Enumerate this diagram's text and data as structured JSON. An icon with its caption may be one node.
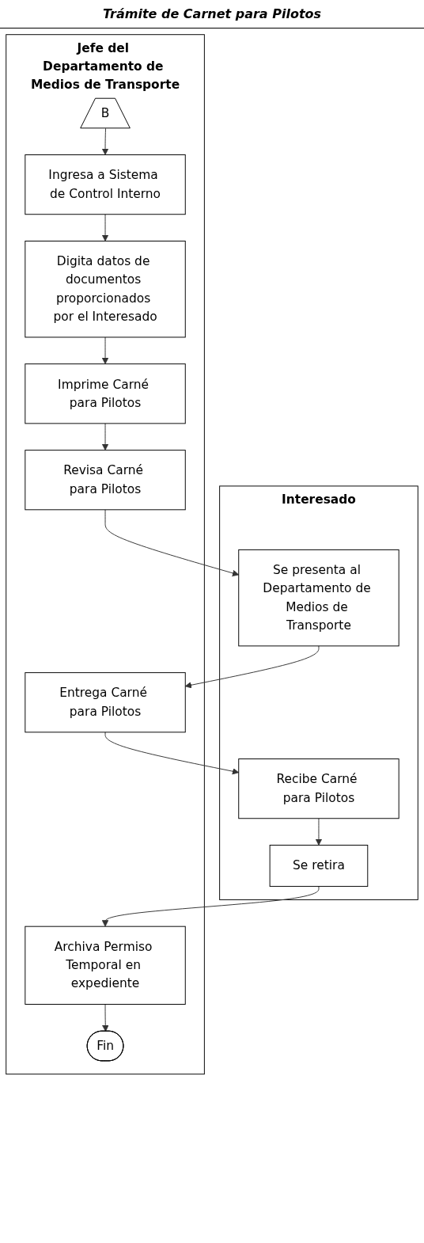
{
  "diagram": {
    "title": "Trámite de Carnet para Pilotos",
    "nodes": [
      {
        "text": [
          "Interesado"
        ]
      },
      {
        "text": [
          "Jefe del Departamento de Medios de Transporte"
        ]
      },
      {
        "text": [
          "B"
        ],
        "in": 1
      },
      {
        "text": [
          "Ingresa a Sistema de Control Interno"
        ],
        "in": 1
      },
      {
        "text": [
          "Digita datos de documentos proporcionados por el Interesado"
        ],
        "in": 1
      },
      {
        "text": [
          "Imprime Carné para Pilotos"
        ],
        "in": 1
      },
      {
        "text": [
          "Revisa Carné para Pilotos"
        ],
        "in": 1
      },
      {
        "text": [
          "Se presenta al Departamento de Medios de Transporte"
        ],
        "in": 0
      },
      {
        "text": [
          "Entrega Carné para Pilotos"
        ],
        "in": 1
      },
      {
        "text": [
          "Recibe Carné para Pilotos"
        ],
        "in": 0
      },
      {
        "text": [
          "Se retira"
        ],
        "in": 0
      },
      {
        "text": [
          "Archiva Permiso Temporal en expediente"
        ],
        "in": 1
      },
      {
        "text": [
          "Fin"
        ],
        "in": 1
      }
    ],
    "edges": [
      {
        "from": 2,
        "to": 3,
        "arrow": "to"
      },
      {
        "from": 3,
        "to": 4,
        "arrow": "to"
      },
      {
        "from": 4,
        "to": 5,
        "arrow": "to"
      },
      {
        "from": 5,
        "to": 6,
        "arrow": "to"
      },
      {
        "from": 6,
        "to": 7,
        "arrow": "to"
      },
      {
        "from": 7,
        "to": 8,
        "arrow": "to"
      },
      {
        "from": 8,
        "to": 9,
        "arrow": "to"
      },
      {
        "from": 9,
        "to": 10,
        "arrow": "to"
      },
      {
        "from": 10,
        "to": 11,
        "arrow": "to"
      },
      {
        "from": 11,
        "to": 12,
        "arrow": "to"
      }
    ]
  }
}
